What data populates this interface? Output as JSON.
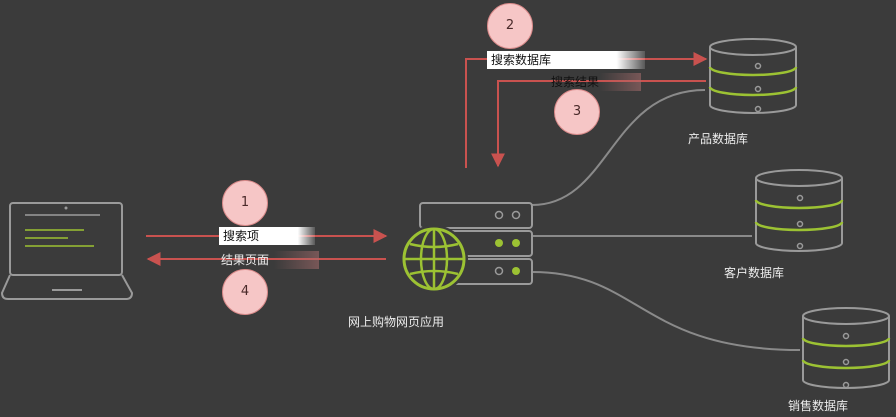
{
  "labels": {
    "search_term": "搜索项",
    "result_page": "结果页面",
    "search_db": "搜索数据库",
    "search_results": "搜索结果",
    "web_app": "网上购物网页应用",
    "product_db": "产品数据库",
    "customer_db": "客户数据库",
    "sales_db": "销售数据库"
  },
  "steps": [
    "1",
    "2",
    "3",
    "4"
  ],
  "colors": {
    "background": "#3b3b3b",
    "outline": "#9a9a9a",
    "accent_green": "#9cc233",
    "arrow_red": "#c9524f",
    "badge_fill": "#f6c6c6"
  },
  "icons": [
    "laptop-icon",
    "globe-icon",
    "server-icon",
    "database-icon"
  ]
}
